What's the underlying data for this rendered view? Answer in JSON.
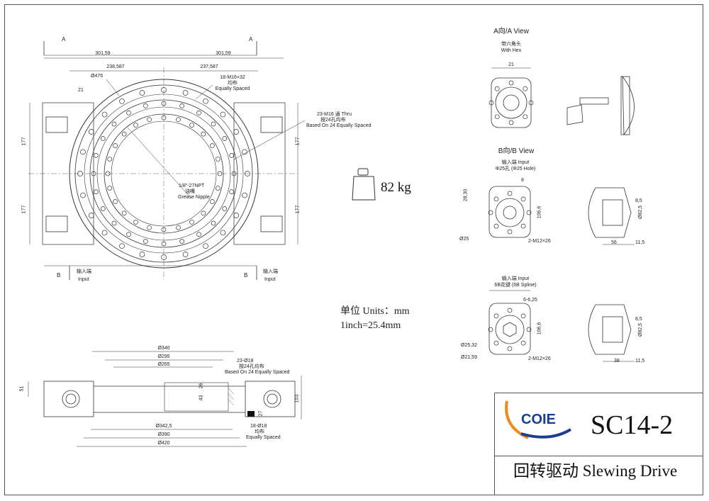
{
  "title_block": {
    "model": "SC14-2",
    "caption": "回转驱动 Slewing Drive",
    "logo_text": "COIE",
    "colors": {
      "logo_orange": "#f08a1c",
      "logo_blue": "#1a3f8f"
    }
  },
  "weight": {
    "value": "82 kg",
    "icon": "weight-icon"
  },
  "units": {
    "line1": "单位 Units：mm",
    "line2": "1inch=25.4mm"
  },
  "section_marks": {
    "A": "A",
    "B": "B"
  },
  "front_view": {
    "dim_left": "301,59",
    "dim_right": "301,59",
    "dim_inner_left": "238,587",
    "dim_inner_right": "237,587",
    "dia_476": "Ø476",
    "hole_21": "21",
    "bolt_top_1": "18-M16×32",
    "bolt_top_2": "均布",
    "bolt_top_3": "Equally Spaced",
    "bolt_side_1": "23-M16 通 Thru",
    "bolt_side_2": "按24孔均布",
    "bolt_side_3": "Based On 24 Equally Spaced",
    "nipple_1": "1/8\"-27NPT",
    "nipple_2": "油嘴",
    "nipple_3": "Grease Nipple",
    "height_177": "177",
    "input_cn": "输入端",
    "input_en": "Input"
  },
  "section_view": {
    "d340": "Ø340",
    "d295": "Ø295",
    "d265": "Ø265",
    "holes_1": "23-Ø18",
    "holes_2": "按24孔均布",
    "holes_3": "Based On 24 Equally Spaced",
    "d342": "Ø342,5",
    "d390": "Ø390",
    "d420": "Ø420",
    "holes18_1": "18-Ø18",
    "holes18_2": "均布",
    "holes18_3": "Equally Spaced",
    "h51": "51",
    "h26": "26",
    "h43": "43",
    "h103": "103",
    "h27": "27"
  },
  "view_a": {
    "title": "A向/A View",
    "sub1": "带六角头",
    "sub2": "With Hex",
    "dim": "21"
  },
  "view_b": {
    "title": "B向/B View",
    "input1": "输入端  Input",
    "input2": "Φ25孔 (Φ25 Hole)",
    "key": "8",
    "d28": "28,30",
    "d106": "106,6",
    "d25": "Ø25",
    "m12": "2-M12×26",
    "d82": "Ø82,5",
    "h85": "8,5",
    "w56": "56",
    "w115": "11,5"
  },
  "view_spline": {
    "input1": "输入端  Input",
    "input2": "6B花键 (6B Spline)",
    "spline": "6-6,25",
    "d25": "Ø25,32",
    "d21": "Ø21,59",
    "d106": "106,6",
    "m12": "2-M12×26",
    "d82": "Ø82,5",
    "h85": "8,5",
    "w38": "38",
    "w115": "11,5"
  }
}
